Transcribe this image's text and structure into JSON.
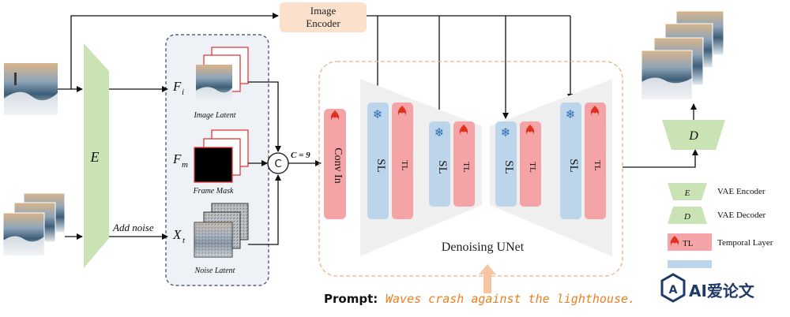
{
  "image_encoder": {
    "line1": "Image",
    "line2": "Encoder"
  },
  "encoder": {
    "symbol": "E"
  },
  "decoder": {
    "symbol": "D"
  },
  "latents": {
    "image": {
      "symbol": "F",
      "sub": "i",
      "caption": "Image Latent"
    },
    "mask": {
      "symbol": "F",
      "sub": "m",
      "caption": "Frame Mask"
    },
    "noise": {
      "symbol": "X",
      "sub": "t",
      "caption": "Noise Latent"
    }
  },
  "add_noise_label": "Add noise",
  "concat": {
    "symbol": "C",
    "channels_label": "C = 9"
  },
  "conv_in_label": "Conv In",
  "unet": {
    "title": "Denoising UNet",
    "blocks": [
      {
        "sl": "SL",
        "tl": "TL"
      },
      {
        "sl": "SL",
        "tl": "TL"
      },
      {
        "sl": "SL",
        "tl": "TL"
      },
      {
        "sl": "SL",
        "tl": "TL"
      }
    ]
  },
  "prompt": {
    "label": "Prompt:",
    "text": "Waves crash against the lighthouse."
  },
  "legend": {
    "encoder": {
      "symbol": "E",
      "label": "VAE Encoder"
    },
    "decoder": {
      "symbol": "D",
      "label": "VAE Decoder"
    },
    "temporal": {
      "symbol": "TL",
      "label": "Temporal Layer"
    }
  },
  "watermark": {
    "text": "AI爱论文"
  },
  "colors": {
    "vae_green": "#c9e3b4",
    "tl_red": "#f4a3a6",
    "sl_blue": "#bdd5ea",
    "encoder_box": "#fbe0cc",
    "dashed_orange": "#f0b08a",
    "prompt_orange": "#e8801f",
    "latent_panel": "#eef1f6"
  }
}
